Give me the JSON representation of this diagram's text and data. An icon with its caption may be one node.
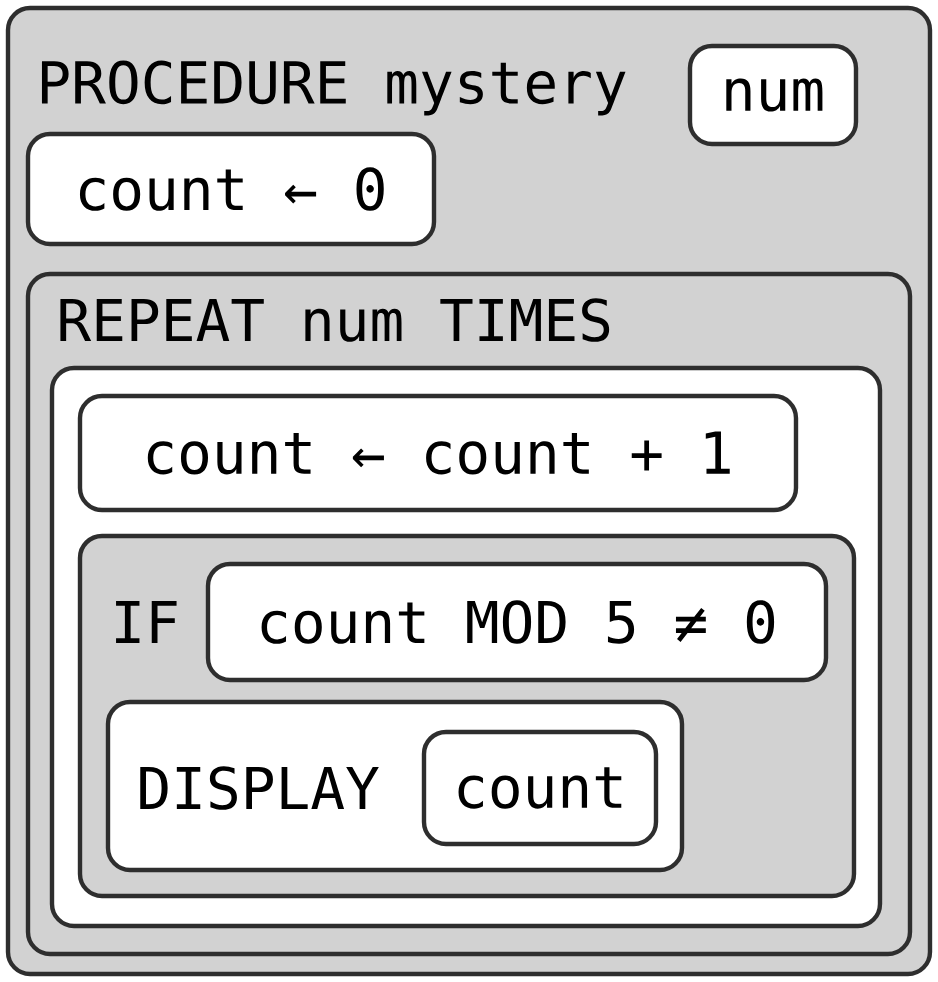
{
  "diagram": {
    "nodes": [
      {
        "text": [
          "PROCEDURE mystery"
        ]
      },
      {
        "text": [
          "num"
        ],
        "in": 0
      },
      {
        "text": [
          "count ← 0"
        ],
        "in": 0
      },
      {
        "text": [
          "REPEAT num TIMES"
        ],
        "in": 0
      },
      {
        "text": [],
        "shape": "box",
        "in": 3
      },
      {
        "text": [
          "count ← count + 1"
        ],
        "in": 4
      },
      {
        "text": [
          "IF"
        ],
        "in": 4
      },
      {
        "text": [
          "count MOD 5 ≠ 0"
        ],
        "in": 6
      },
      {
        "text": [
          "DISPLAY"
        ],
        "in": 6
      },
      {
        "text": [
          "count"
        ],
        "in": 8
      }
    ]
  }
}
